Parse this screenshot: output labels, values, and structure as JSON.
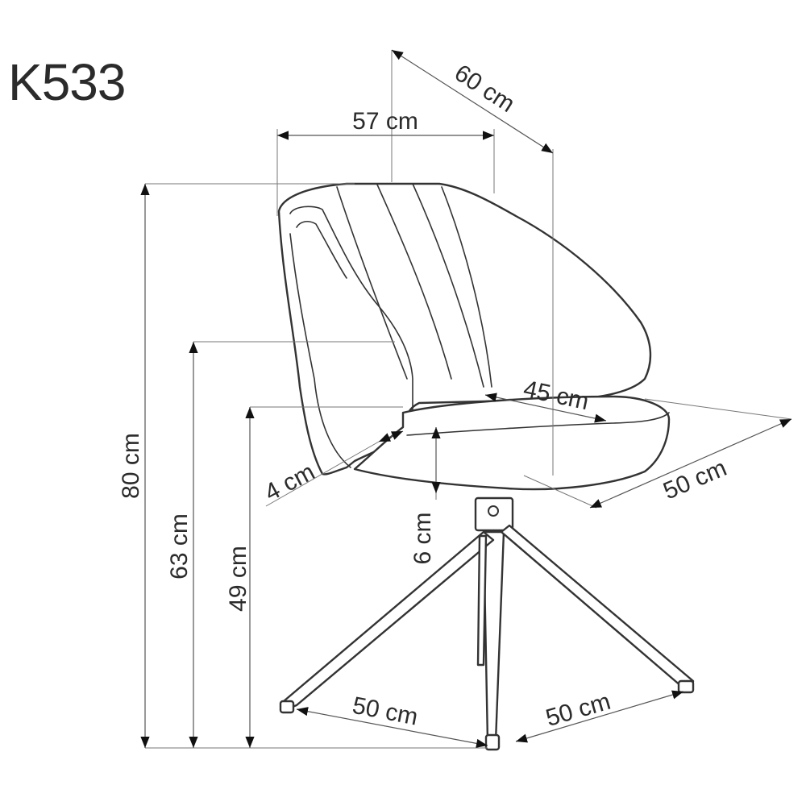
{
  "model": "K533",
  "dimensions": {
    "overall_height": "80 cm",
    "armrest_height": "63 cm",
    "seat_height": "49 cm",
    "width": "57 cm",
    "depth": "60 cm",
    "seat_depth": "45 cm",
    "seat_width": "50 cm",
    "shell_thickness": "4 cm",
    "seat_cushion": "6 cm",
    "base_left": "50 cm",
    "base_right": "50 cm"
  }
}
